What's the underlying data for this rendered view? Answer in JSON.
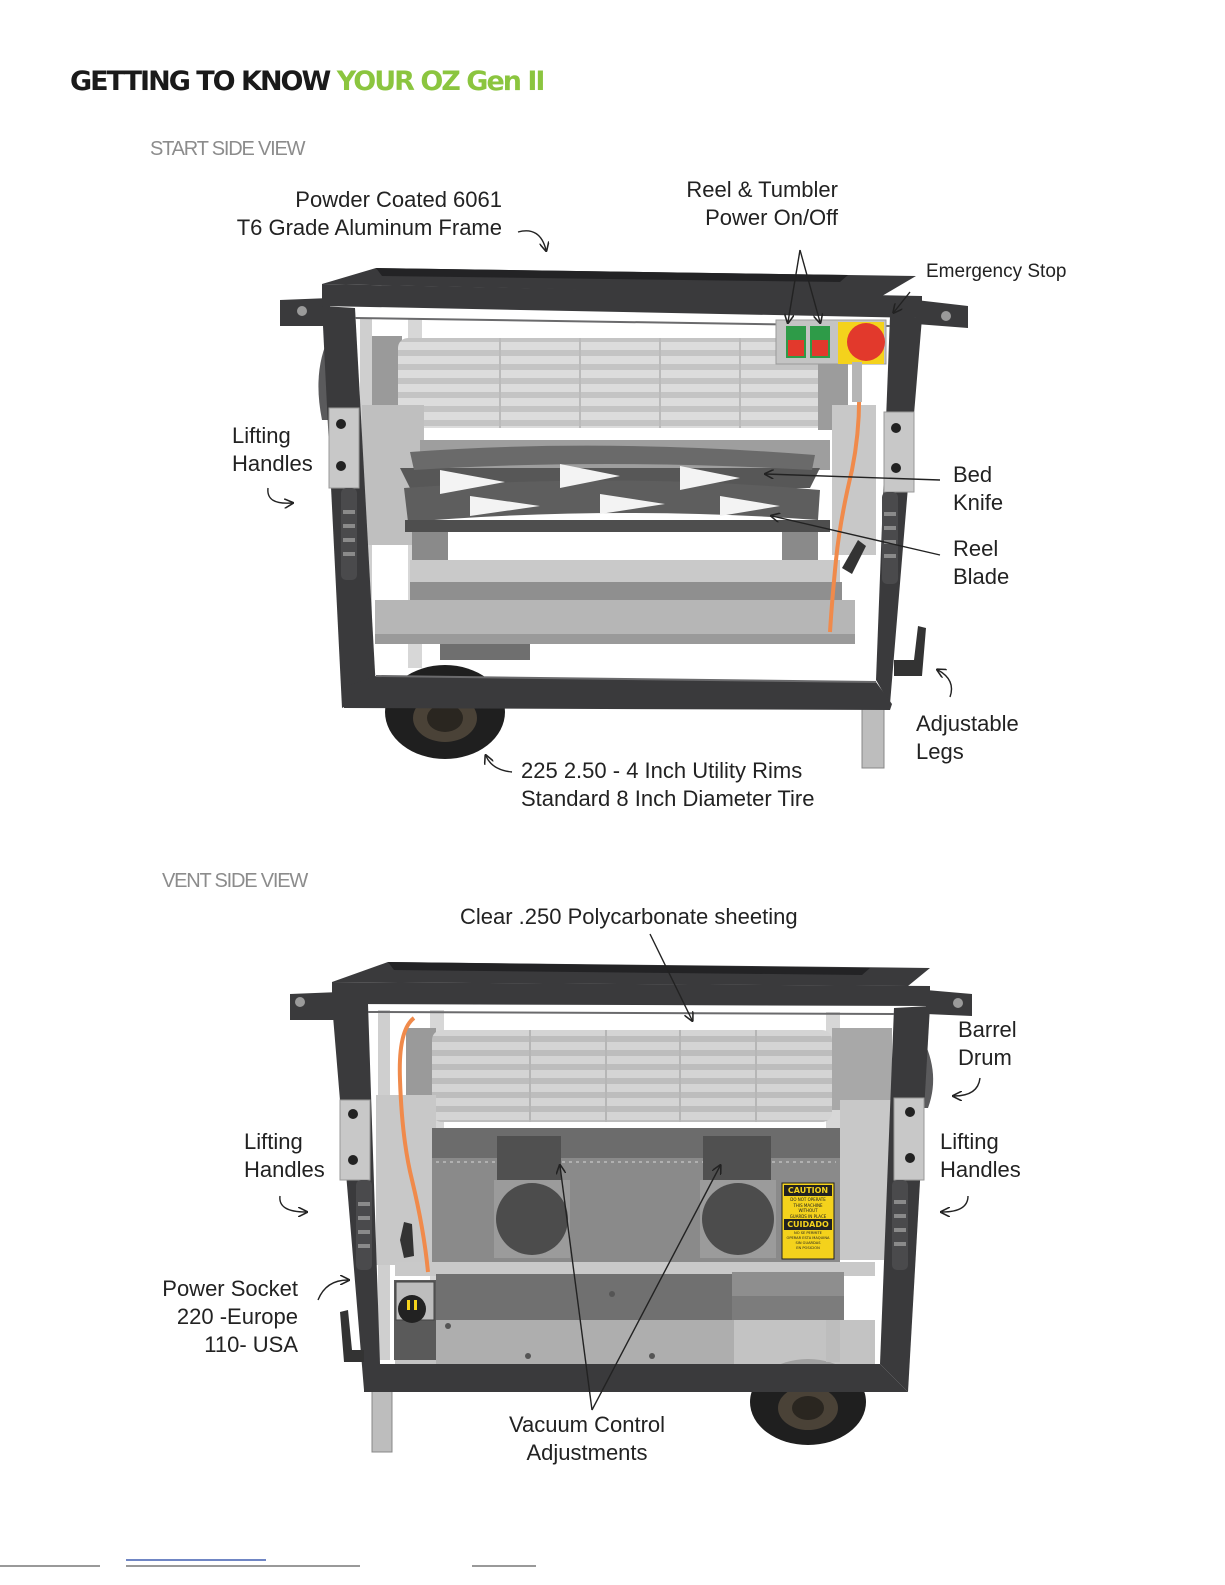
{
  "header": {
    "title_dark": "GETTING TO KNOW",
    "title_green": "YOUR OZ Gen II"
  },
  "start_view": {
    "label": "START SIDE VIEW",
    "callouts": {
      "frame": "Powder Coated 6061\nT6 Grade Aluminum Frame",
      "power": "Reel & Tumbler\nPower On/Off",
      "estop": "Emergency Stop",
      "lifting": "Lifting\nHandles",
      "bed_knife": "Bed\nKnife",
      "reel_blade": "Reel\nBlade",
      "legs": "Adjustable\nLegs",
      "rims": "225 2.50 - 4 Inch Utility Rims\nStandard 8 Inch Diameter Tire"
    }
  },
  "vent_view": {
    "label": "VENT SIDE VIEW",
    "callouts": {
      "poly": "Clear .250 Polycarbonate sheeting",
      "barrel": "Barrel\nDrum",
      "lifting_left": "Lifting\nHandles",
      "lifting_right": "Lifting\nHandles",
      "socket": "Power Socket\n220 -Europe\n110- USA",
      "vacuum": "Vacuum Control\nAdjustments"
    },
    "caution_sign": {
      "caution": "CAUTION",
      "caution_text": "DO NOT OPERATE\nTHIS MACHINE\nWITHOUT\nGUARDS IN PLACE",
      "cuidado": "CUIDADO",
      "cuidado_text": "NO SE PERMITE\nOPERAR ESTA MAQUINA\nSIN GUARDAS\nEN POSICION"
    }
  },
  "colors": {
    "accent_green": "#8bc53f",
    "frame": "#3a3a3c",
    "switch_green": "#2e9b48",
    "switch_red": "#e2392c",
    "estop_yellow": "#f4d21c",
    "cord_orange": "#f08a4b"
  }
}
